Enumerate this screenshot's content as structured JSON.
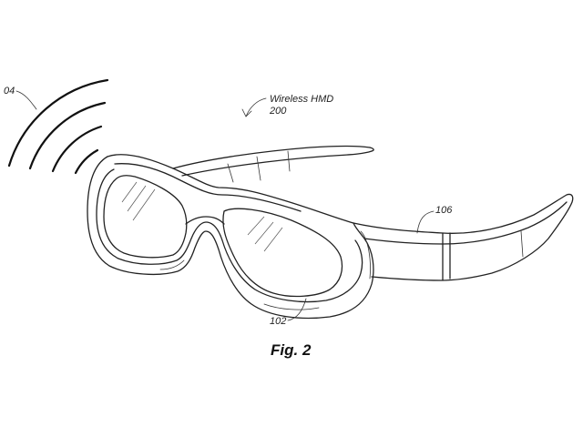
{
  "labels": {
    "antenna_ref": "04",
    "title_line1": "Wireless HMD",
    "title_line2": "200",
    "strap_ref": "106",
    "lens_ref": "102"
  },
  "caption": "Fig. 2",
  "colors": {
    "line": "#222222",
    "background": "#ffffff"
  }
}
